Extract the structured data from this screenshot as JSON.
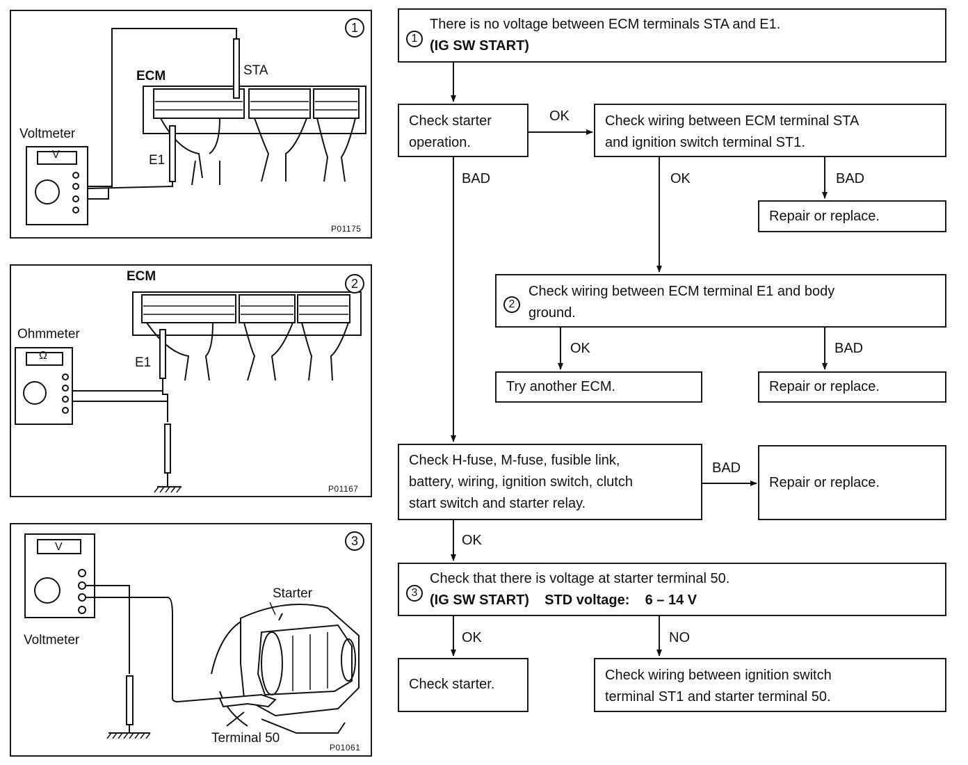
{
  "panels": [
    {
      "number": "1",
      "meter": "Voltmeter",
      "meter_symbol": "V",
      "labels": [
        "ECM",
        "STA",
        "E1"
      ],
      "code": "P01175"
    },
    {
      "number": "2",
      "meter": "Ohmmeter",
      "meter_symbol": "Ω",
      "labels": [
        "ECM",
        "E1"
      ],
      "code": "P01167"
    },
    {
      "number": "3",
      "meter": "Voltmeter",
      "meter_symbol": "V",
      "labels": [
        "Starter",
        "Terminal 50"
      ],
      "code": "P01061"
    }
  ],
  "flow": {
    "step1": {
      "num": "1",
      "line1": "There is no voltage between ECM terminals STA and E1.",
      "line2": "(IG SW START)"
    },
    "check_starter_op": {
      "line1": "Check starter",
      "line2": "operation."
    },
    "check_wiring_sta": {
      "line1": "Check wiring between ECM terminal STA",
      "line2": "and ignition switch terminal ST1."
    },
    "repair1": "Repair or replace.",
    "step2": {
      "num": "2",
      "line1": "Check wiring between ECM terminal E1 and body",
      "line2": "ground."
    },
    "try_ecm": "Try another ECM.",
    "repair2": "Repair or replace.",
    "check_fuse": {
      "line1": "Check H-fuse, M-fuse, fusible link,",
      "line2": "battery, wiring, ignition switch, clutch",
      "line3": "start switch and starter relay."
    },
    "repair3": "Repair or replace.",
    "step3": {
      "num": "3",
      "line1": "Check that there is voltage at starter terminal 50.",
      "line2": "(IG SW START)    STD voltage:    6 – 14 V"
    },
    "check_starter": "Check starter.",
    "check_wiring_st1": {
      "line1": "Check wiring between ignition switch",
      "line2": "terminal ST1 and starter terminal 50."
    },
    "labels": {
      "ok": "OK",
      "bad": "BAD",
      "no": "NO"
    }
  }
}
